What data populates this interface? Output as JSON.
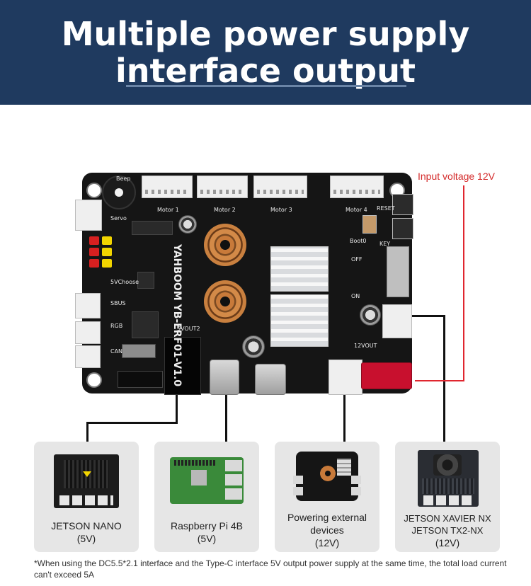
{
  "header": {
    "title_line1": "Multiple power supply",
    "title_line2": "interface output",
    "background_color": "#1f3a5f"
  },
  "board": {
    "brand_text": "YAHBOOM YB-ERF01-V1.0",
    "silkscreen": [
      "Motor 1",
      "Motor 2",
      "Motor 3",
      "Motor 4",
      "Servo",
      "SBUS",
      "RGB",
      "CAN",
      "5VOUT2",
      "12VOUT",
      "ON",
      "OFF",
      "KEY",
      "RESET",
      "Boot0",
      "Beep",
      "5VChoose"
    ]
  },
  "annotation": {
    "input_voltage": "Input voltage 12V",
    "color": "#d42b2b"
  },
  "devices": [
    {
      "name": "JETSON NANO",
      "voltage": "(5V)"
    },
    {
      "name": "Raspberry Pi 4B",
      "voltage": "(5V)"
    },
    {
      "name_line1": "Powering external",
      "name_line2": "devices",
      "voltage": "(12V)"
    },
    {
      "name_line1": "JETSON XAVIER NX",
      "name_line2": "JETSON TX2-NX",
      "voltage": "(12V)"
    }
  ],
  "footnote": "*When using the DC5.5*2.1 interface and the Type-C interface 5V output power supply at the same time, the total load current can't exceed 5A"
}
